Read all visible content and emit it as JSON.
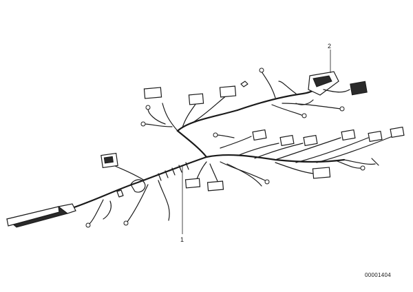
{
  "callouts": {
    "part_1": "1",
    "part_2": "2"
  },
  "drawing_number": "00001404",
  "colors": {
    "line": "#1a1a1a",
    "background": "#ffffff"
  }
}
